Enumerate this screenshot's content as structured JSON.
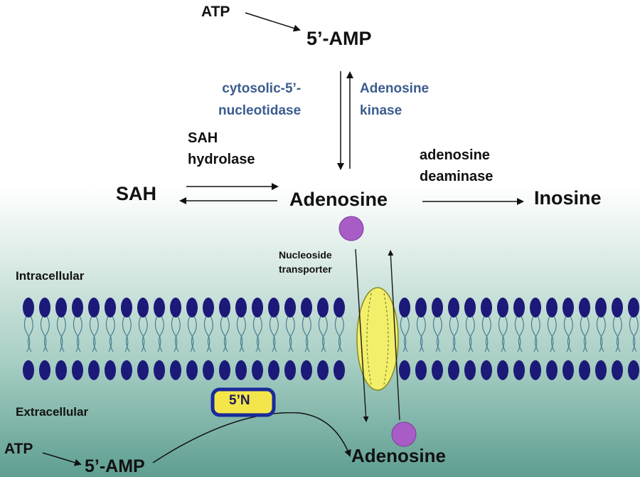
{
  "top": {
    "atp": "ATP",
    "amp": "5’-AMP",
    "cytosolic_enzyme": [
      "cytosolic-5’-",
      "nucleotidase"
    ],
    "kinase_enzyme": [
      "Adenosine",
      "kinase"
    ]
  },
  "middle": {
    "sah": "SAH",
    "sah_enzyme": [
      "SAH",
      "hydrolase"
    ],
    "adenosine": "Adenosine",
    "deaminase_enzyme": [
      "adenosine",
      "deaminase"
    ],
    "inosine": "Inosine"
  },
  "membrane": {
    "intracellular": "Intracellular",
    "extracellular": "Extracellular",
    "transporter_label": [
      "Nucleoside",
      "transporter"
    ]
  },
  "bottom": {
    "atp": "ATP",
    "amp": "5’-AMP",
    "enzyme_box": "5’N",
    "adenosine": "Adenosine"
  },
  "colors": {
    "lipid_head": "#1c1a78",
    "lipid_tail": "#4a7f92",
    "transporter_fill": "#f2ef6a",
    "adenosine_molecule": "#a85cc6",
    "enzyme_box_fill": "#f4e64a",
    "enzyme_box_border": "#1b2a9a",
    "enzyme_text_blue": "#3b5c8e"
  }
}
